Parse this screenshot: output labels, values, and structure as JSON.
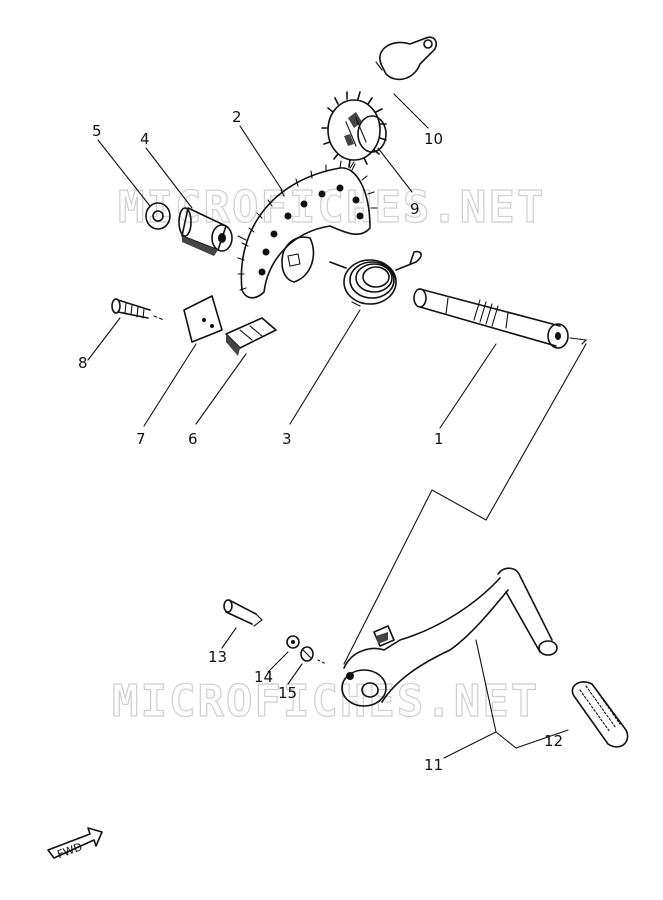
{
  "watermark": "MICROFICHES.NET",
  "fwd_label": "FWD",
  "parts": [
    {
      "id": "1",
      "label": "1"
    },
    {
      "id": "2",
      "label": "2"
    },
    {
      "id": "3",
      "label": "3"
    },
    {
      "id": "4",
      "label": "4"
    },
    {
      "id": "5",
      "label": "5"
    },
    {
      "id": "6",
      "label": "6"
    },
    {
      "id": "7",
      "label": "7"
    },
    {
      "id": "8",
      "label": "8"
    },
    {
      "id": "9",
      "label": "9"
    },
    {
      "id": "10",
      "label": "10"
    },
    {
      "id": "11",
      "label": "11"
    },
    {
      "id": "12",
      "label": "12"
    },
    {
      "id": "13",
      "label": "13"
    },
    {
      "id": "14",
      "label": "14"
    },
    {
      "id": "15",
      "label": "15"
    }
  ]
}
